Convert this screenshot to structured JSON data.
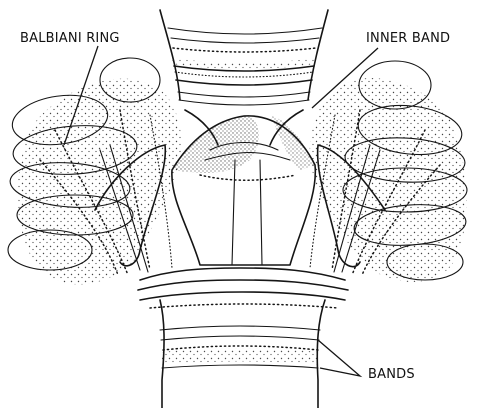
{
  "labels": {
    "balbiani_ring": "BALBIANI RING",
    "inner_band": "INNER BAND",
    "bands": "BANDS"
  }
}
